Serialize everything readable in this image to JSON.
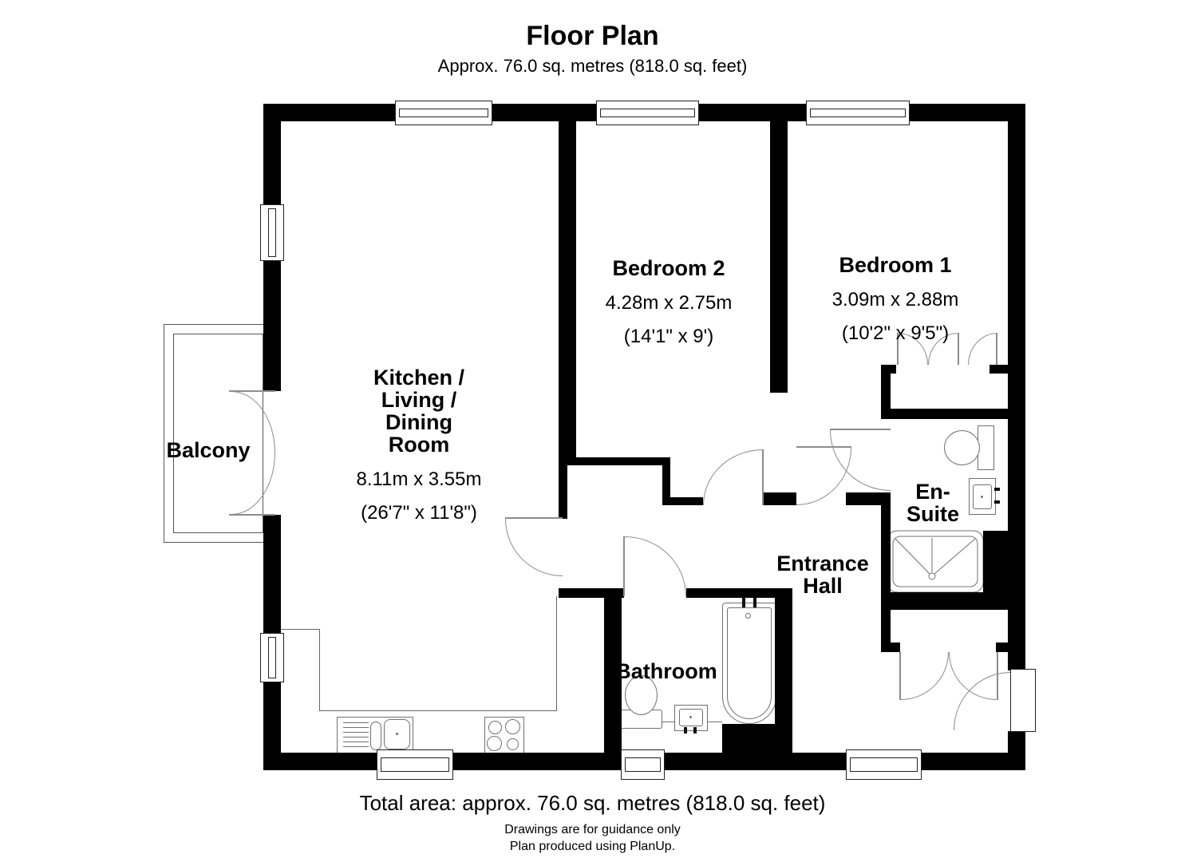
{
  "header": {
    "title": "Floor Plan",
    "subtitle": "Approx. 76.0 sq. metres (818.0 sq. feet)"
  },
  "rooms": {
    "kitchen": {
      "name": "Kitchen /\nLiving /\nDining\nRoom",
      "dims_metric": "8.11m x 3.55m",
      "dims_imperial": "(26'7\" x 11'8\")"
    },
    "bedroom2": {
      "name": "Bedroom 2",
      "dims_metric": "4.28m x 2.75m",
      "dims_imperial": "(14'1\" x 9')"
    },
    "bedroom1": {
      "name": "Bedroom 1",
      "dims_metric": "3.09m x 2.88m",
      "dims_imperial": "(10'2\" x 9'5\")"
    },
    "balcony": {
      "name": "Balcony"
    },
    "ensuite": {
      "name": "En-\nSuite"
    },
    "hall": {
      "name": "Entrance\nHall"
    },
    "bathroom": {
      "name": "Bathroom"
    }
  },
  "footer": {
    "total_area": "Total area: approx. 76.0 sq. metres (818.0 sq. feet)",
    "disclaimer": "Drawings are for guidance only",
    "credit": "Plan produced using PlanUp."
  },
  "colors": {
    "wall": "#000000",
    "door_arc": "#8c8c8c",
    "fixture": "#707070"
  }
}
